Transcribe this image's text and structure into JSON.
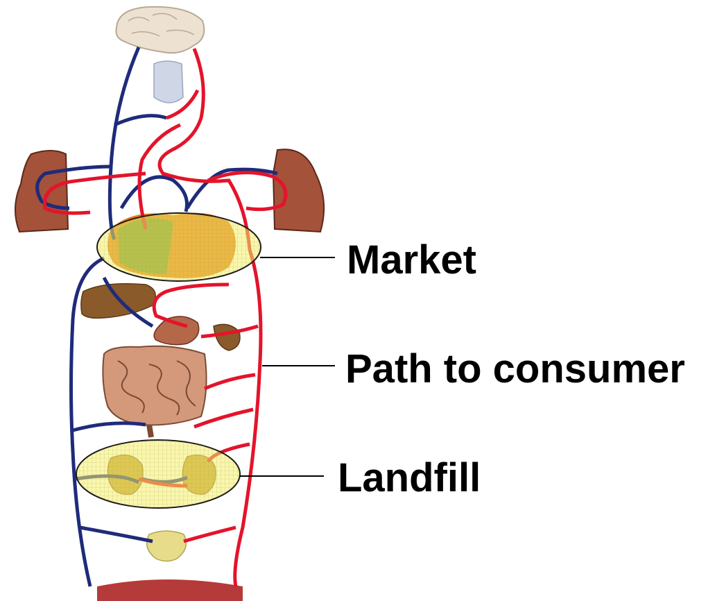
{
  "callouts": {
    "market": "Market",
    "path": "Path to consumer",
    "landfill": "Landfill"
  },
  "colors": {
    "artery": "#e3142b",
    "vein": "#1f2b7a",
    "highlight": "#f4ef6a",
    "background": "#ffffff"
  },
  "icons": [
    "brain-icon",
    "thyroid-icon",
    "lung-icon",
    "heart-icon",
    "liver-icon",
    "stomach-icon",
    "spleen-icon",
    "intestines-icon",
    "kidney-icon",
    "bladder-icon",
    "pelvis-icon"
  ]
}
